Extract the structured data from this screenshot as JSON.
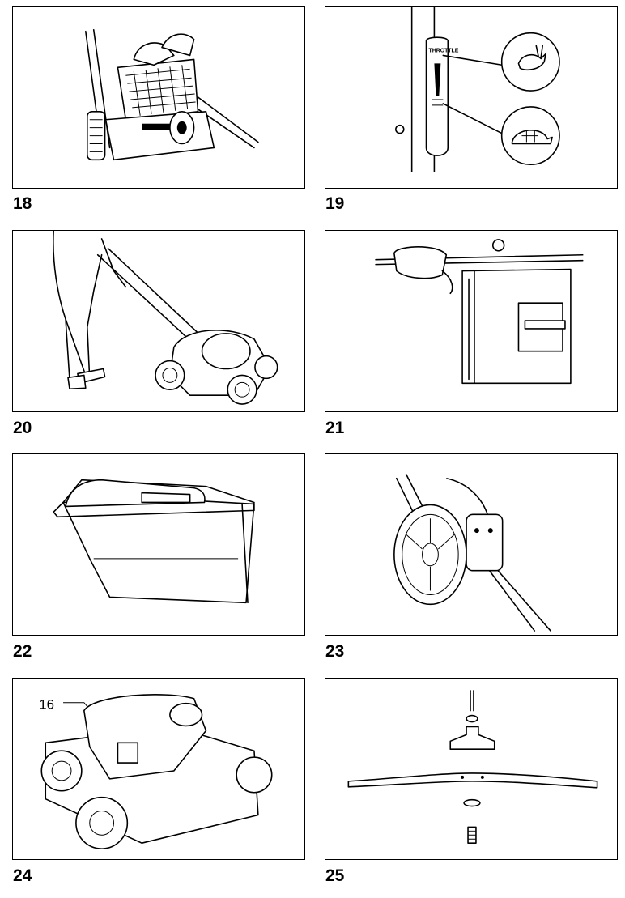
{
  "figures": [
    {
      "number": "18",
      "icon": "grass-bag-insertion"
    },
    {
      "number": "19",
      "icon": "throttle-lever",
      "throttle_label": "THROTTLE",
      "symbols": [
        "rabbit-icon",
        "turtle-icon"
      ]
    },
    {
      "number": "20",
      "icon": "operator-pushing-mower"
    },
    {
      "number": "21",
      "icon": "handle-control-lever"
    },
    {
      "number": "22",
      "icon": "grass-catcher-bag"
    },
    {
      "number": "23",
      "icon": "rear-wheel-closeup"
    },
    {
      "number": "24",
      "icon": "mower-engine",
      "callout": "16"
    },
    {
      "number": "25",
      "icon": "blade-assembly-exploded"
    }
  ]
}
